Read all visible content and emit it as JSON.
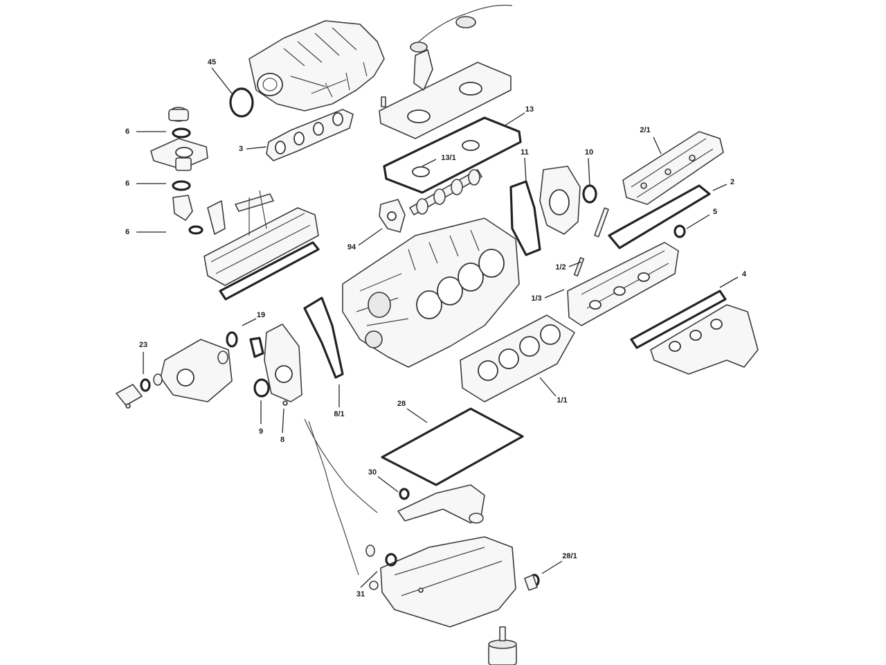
{
  "callouts": [
    {
      "id": "45",
      "text": "45"
    },
    {
      "id": "13",
      "text": "13"
    },
    {
      "id": "6a",
      "text": "6"
    },
    {
      "id": "2-1",
      "text": "2/1"
    },
    {
      "id": "3",
      "text": "3"
    },
    {
      "id": "13-1",
      "text": "13/1"
    },
    {
      "id": "11",
      "text": "11"
    },
    {
      "id": "10",
      "text": "10"
    },
    {
      "id": "6b",
      "text": "6"
    },
    {
      "id": "2",
      "text": "2"
    },
    {
      "id": "6c",
      "text": "6"
    },
    {
      "id": "5",
      "text": "5"
    },
    {
      "id": "94",
      "text": "94"
    },
    {
      "id": "1-2",
      "text": "1/2"
    },
    {
      "id": "4",
      "text": "4"
    },
    {
      "id": "1-3",
      "text": "1/3"
    },
    {
      "id": "19",
      "text": "19"
    },
    {
      "id": "23",
      "text": "23"
    },
    {
      "id": "1-1",
      "text": "1/1"
    },
    {
      "id": "28",
      "text": "28"
    },
    {
      "id": "8-1",
      "text": "8/1"
    },
    {
      "id": "9",
      "text": "9"
    },
    {
      "id": "8",
      "text": "8"
    },
    {
      "id": "30",
      "text": "30"
    },
    {
      "id": "28-1",
      "text": "28/1"
    },
    {
      "id": "31",
      "text": "31"
    }
  ]
}
